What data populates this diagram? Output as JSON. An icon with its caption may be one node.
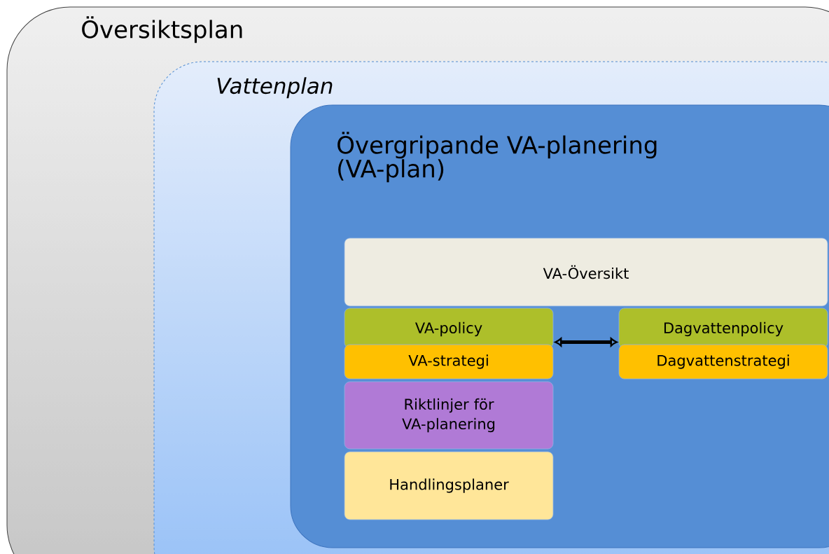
{
  "diagram": {
    "nodes": [
      {
        "text": [
          "Översiktsplan"
        ]
      },
      {
        "text": [
          "Vattenplan"
        ],
        "in": 0
      },
      {
        "text": [
          "Övergripande VA-planering (VA-plan)"
        ],
        "in": 1
      },
      {
        "text": [
          "VA-Översikt"
        ],
        "in": 2
      },
      {
        "text": [
          "VA-policy"
        ],
        "in": 2
      },
      {
        "text": [
          "VA-strategi"
        ],
        "in": 2
      },
      {
        "text": [
          "Dagvattenpolicy"
        ],
        "in": 2
      },
      {
        "text": [
          "Dagvattenstrategi"
        ],
        "in": 2
      },
      {
        "text": [
          "Riktlinjer för VA-planering"
        ],
        "in": 2
      },
      {
        "text": [
          "Handlingsplaner"
        ],
        "in": 2
      }
    ],
    "edges": [
      {
        "from": 4,
        "to": 6,
        "arrow": "both"
      }
    ]
  }
}
